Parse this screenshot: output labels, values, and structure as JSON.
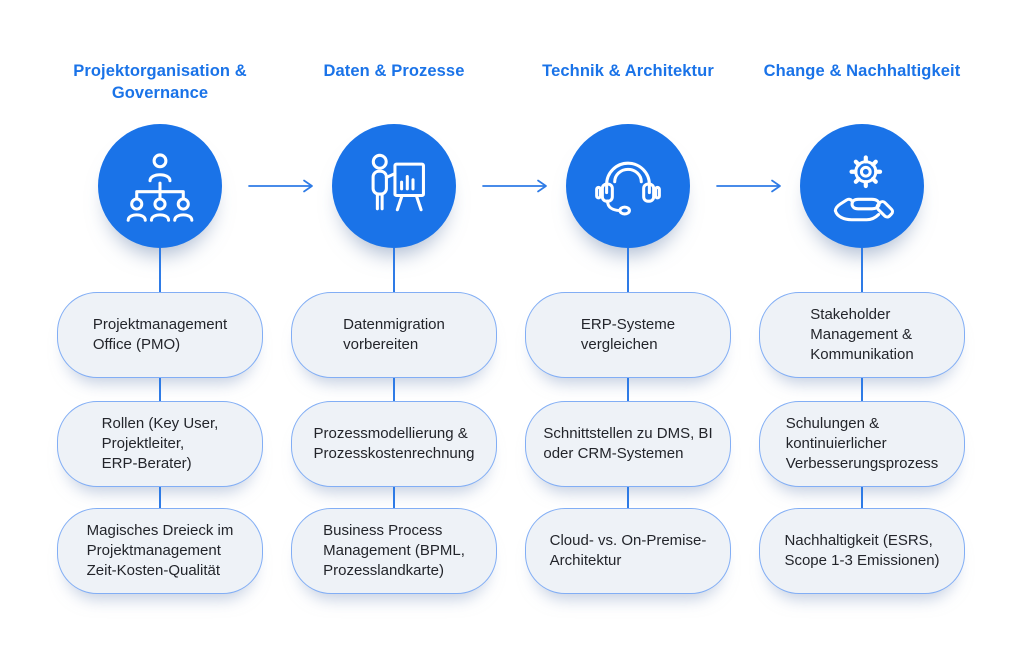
{
  "palette": {
    "accent_blue": "#1a73e8",
    "box_fill": "#eef2f7",
    "box_border": "#82aef5",
    "box_text": "#23252b",
    "connector_blue": "#2e7be6"
  },
  "columns": [
    {
      "title": "Projektorganisation &\nGovernance",
      "icon": "org-chart-icon",
      "items": [
        "Projektmanagement\nOffice (PMO)",
        "Rollen (Key User,\nProjektleiter,\nERP-Berater)",
        "Magisches Dreieck im\nProjektmanagement\nZeit-Kosten-Qualität"
      ]
    },
    {
      "title": "Daten & Prozesse",
      "icon": "presenter-icon",
      "items": [
        "Datenmigration\nvorbereiten",
        "Prozessmodellierung &\nProzesskostenrechnung",
        "Business Process\nManagement (BPML,\nProzesslandkarte)"
      ]
    },
    {
      "title": "Technik & Architektur",
      "icon": "headset-icon",
      "items": [
        "ERP-Systeme\nvergleichen",
        "Schnittstellen zu DMS, BI\noder CRM-Systemen",
        "Cloud- vs. On-Premise-\nArchitektur"
      ]
    },
    {
      "title": "Change & Nachhaltigkeit",
      "icon": "hand-gear-icon",
      "items": [
        "Stakeholder\nManagement &\nKommunikation",
        "Schulungen &\nkontinuierlicher\nVerbesserungsprozess",
        "Nachhaltigkeit (ESRS,\nScope 1-3 Emissionen)"
      ]
    }
  ]
}
